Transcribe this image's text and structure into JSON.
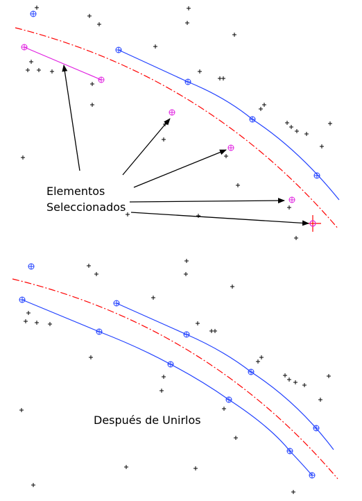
{
  "panels": {
    "top": {
      "label_lines": [
        "Elementos",
        "Seleccionados"
      ]
    },
    "bottom": {
      "label": "Después de Unirlos"
    }
  },
  "colors": {
    "selected": "#e020e0",
    "line": "#2040ff",
    "dashed": "#ff0000",
    "point": "#000000",
    "arrow": "#000000"
  }
}
